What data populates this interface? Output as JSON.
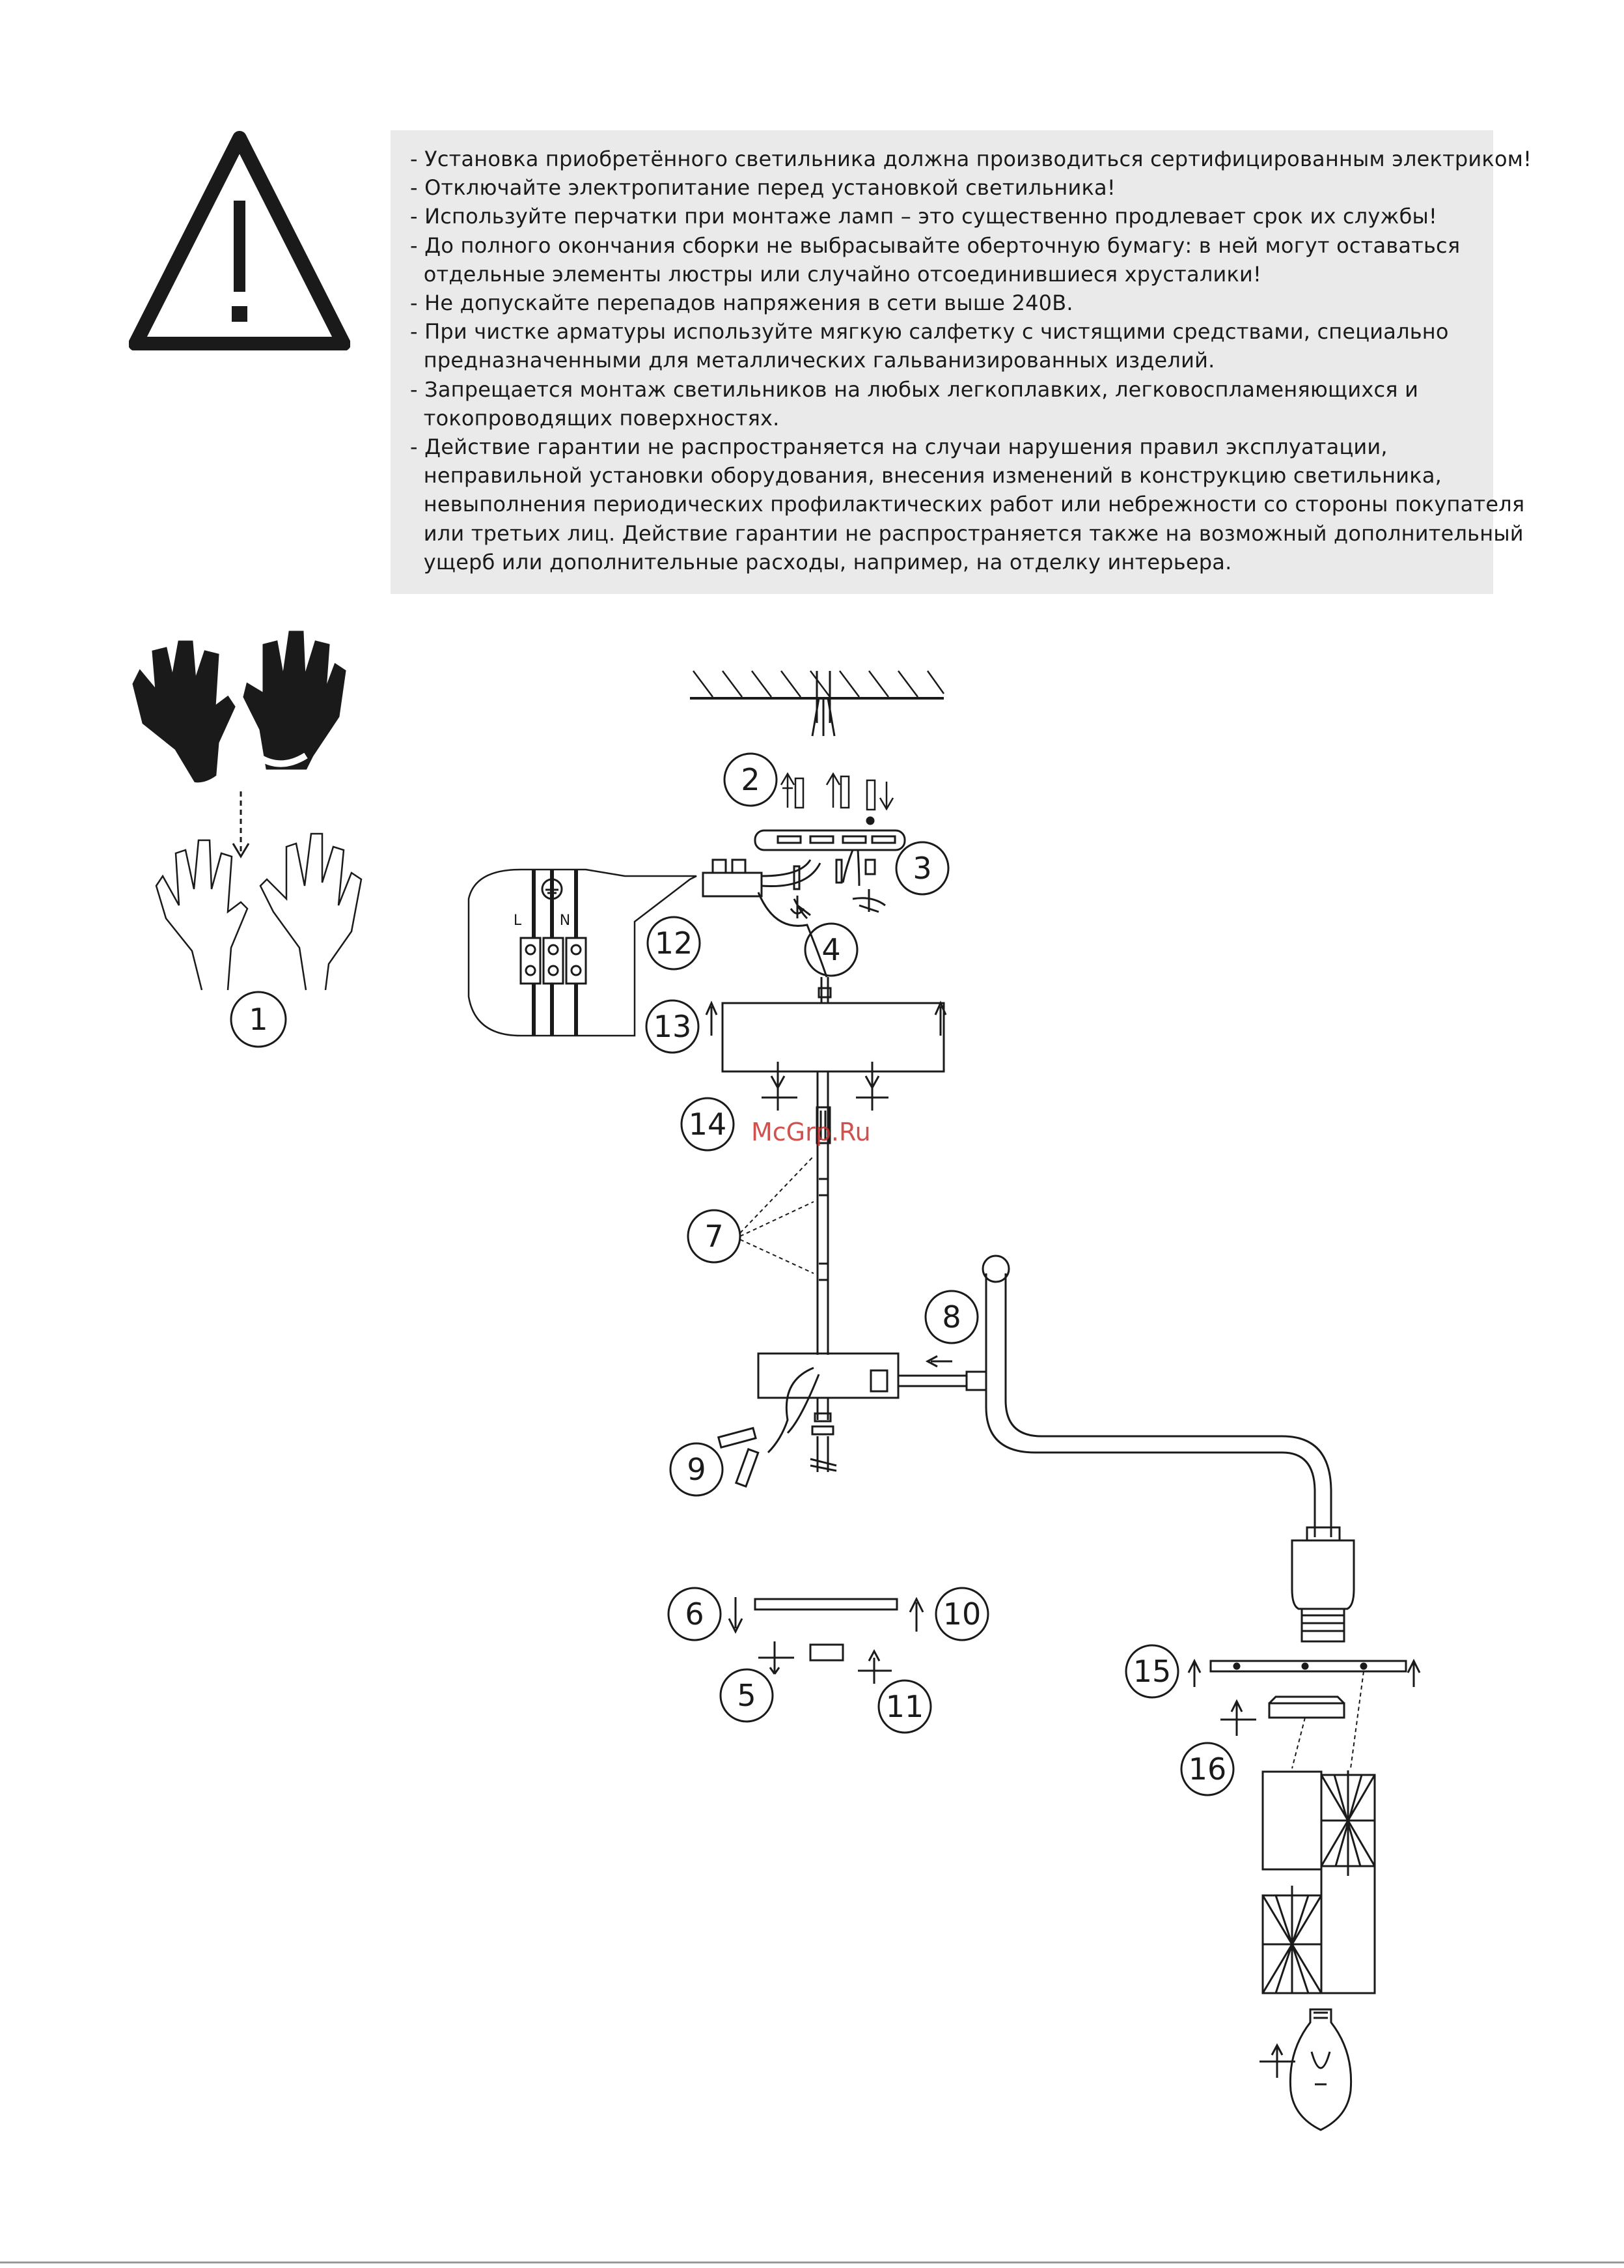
{
  "warnings": {
    "lines": [
      "- Установка приобретённого светильника должна производиться сертифицированным электриком!",
      "- Отключайте электропитание перед установкой светильника!",
      "- Используйте перчатки при монтаже ламп – это существенно продлевает срок их службы!",
      "- До полного окончания сборки не выбрасывайте оберточную бумагу: в ней могут оставаться",
      "  отдельные элементы люстры или случайно отсоединившиеся хрусталики!",
      "- Не допускайте перепадов напряжения в сети выше 240В.",
      "- При чистке арматуры используйте мягкую салфетку с чистящими средствами, специально",
      "  предназначенными для металлических гальванизированных изделий.",
      "- Запрещается монтаж светильников на любых легкоплавких, легковоспламеняющихся и",
      "  токопроводящих поверхностях.",
      "- Действие гарантии не распространяется на случаи нарушения правил эксплуатации,",
      "  неправильной установки оборудования, внесения изменений в конструкцию светильника,",
      "  невыполнения периодических профилактических работ или небрежности со стороны покупателя",
      "  или третьих лиц. Действие гарантии не распространяется также на возможный дополнительный",
      "  ущерб или дополнительные расходы, например, на отделку интерьера."
    ]
  },
  "icons": {
    "warning": "warning-triangle-icon",
    "gloves": "gloves-icon",
    "hands": "bare-hands-icon",
    "ground": "ground-symbol-icon"
  },
  "terminal_labels": {
    "live": "L",
    "neutral": "N"
  },
  "callouts": {
    "c1": "1",
    "c2": "2",
    "c3": "3",
    "c4": "4",
    "c5": "5",
    "c6": "6",
    "c7": "7",
    "c8": "8",
    "c9": "9",
    "c10": "10",
    "c11": "11",
    "c12": "12",
    "c13": "13",
    "c14": "14",
    "c15": "15",
    "c16": "16"
  },
  "watermark": "McGrp.Ru",
  "colors": {
    "warning_box": "#eaeaea",
    "ink": "#1a1a1a",
    "watermark": "#c8332e"
  }
}
